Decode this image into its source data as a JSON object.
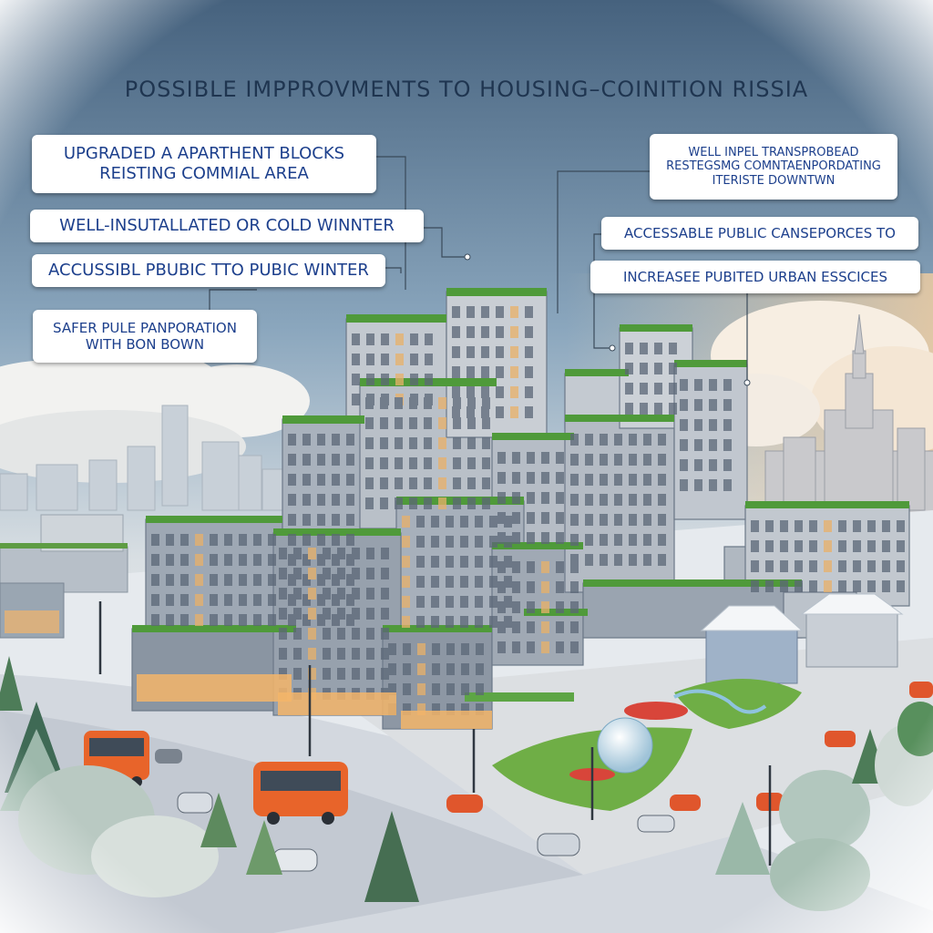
{
  "title": "POSSIBLE IMPPROVMENTS TO HOUSING–COINITION RISSIA",
  "callouts": {
    "upgraded_blocks": {
      "line1": "UPGRADED A APARTHENT BLOCKS",
      "line2": "REISTING COMMIAL AREA"
    },
    "insulated": {
      "line1": "WELL-INSUTALLATED OR COLD WINNTER"
    },
    "accessible_winter": {
      "line1": "ACCUSSIBL PBUBIC TTO PUBIC WINTER"
    },
    "safer_transport": {
      "line1": "SAFER PULE PANPORATION",
      "line2": "WITH BON BOWN"
    },
    "transport_road": {
      "line1": "WELL INPEL TRANSPROBEAD",
      "line2": "RESTEGSMG COMNTAENPORDATING",
      "line3": "ITERISTE DOWNTWN"
    },
    "accessable_public": {
      "line1": "ACCESSABLE PUBLIC CANSEPORCES TO"
    },
    "urban_services": {
      "line1": "INCREASEE PUBITED URBAN ESSCICES"
    }
  },
  "colors": {
    "callout_text": "#1c3f8c",
    "title_text": "#1f3550",
    "bus": "#e8642a",
    "roof_green": "#4f9a3a"
  }
}
